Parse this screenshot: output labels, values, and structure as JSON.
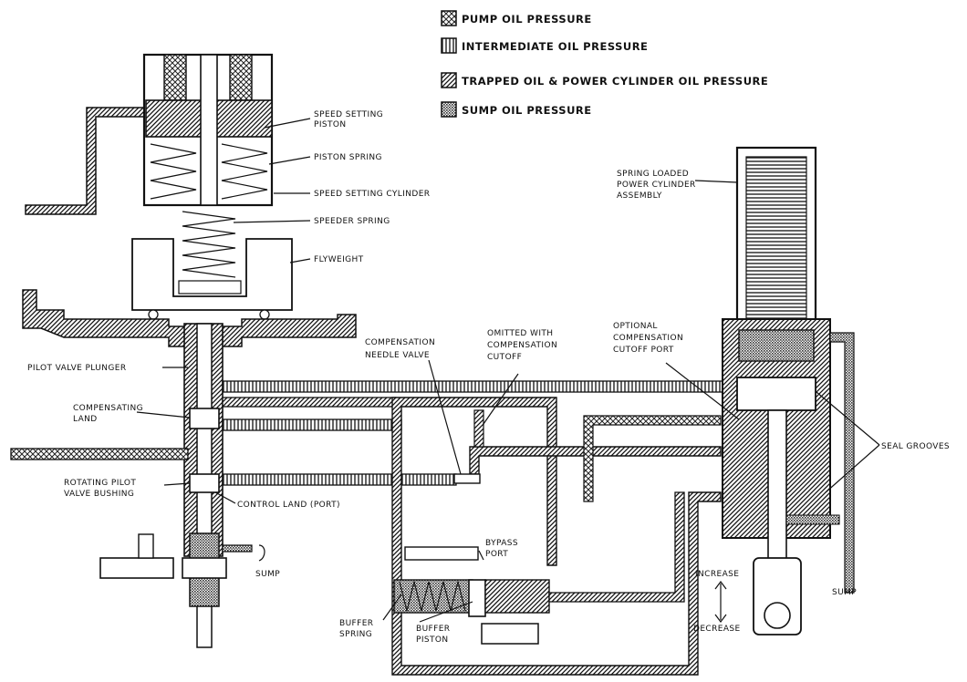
{
  "legend": {
    "pump": "PUMP OIL PRESSURE",
    "intermediate": "INTERMEDIATE OIL PRESSURE",
    "trapped": "TRAPPED OIL & POWER CYLINDER OIL PRESSURE",
    "sump": "SUMP OIL PRESSURE"
  },
  "labels": {
    "speed_setting_piston": [
      "SPEED SETTING",
      "PISTON"
    ],
    "piston_spring": "PISTON SPRING",
    "speed_setting_cylinder": "SPEED SETTING CYLINDER",
    "speeder_spring": "SPEEDER SPRING",
    "flyweight": "FLYWEIGHT",
    "pilot_valve_plunger": "PILOT VALVE PLUNGER",
    "compensating_land": [
      "COMPENSATING",
      "LAND"
    ],
    "rotating_pilot_valve_bushing": [
      "ROTATING PILOT",
      "VALVE BUSHING"
    ],
    "control_land_port": "CONTROL LAND (PORT)",
    "sump_left": "SUMP",
    "compensation_needle_valve": [
      "COMPENSATION",
      "NEEDLE VALVE"
    ],
    "omitted_with_compensation_cutoff": [
      "OMITTED WITH",
      "COMPENSATION",
      "CUTOFF"
    ],
    "optional_compensation_cutoff_port": [
      "OPTIONAL",
      "COMPENSATION",
      "CUTOFF PORT"
    ],
    "spring_loaded_power_cylinder_assembly": [
      "SPRING LOADED",
      "POWER CYLINDER",
      "ASSEMBLY"
    ],
    "seal_grooves": "SEAL GROOVES",
    "bypass_port": [
      "BYPASS",
      "PORT"
    ],
    "buffer_spring": [
      "BUFFER",
      "SPRING"
    ],
    "buffer_piston": [
      "BUFFER",
      "PISTON"
    ],
    "increase": "INCREASE",
    "decrease": "DECREASE",
    "sump_right": "SUMP"
  }
}
